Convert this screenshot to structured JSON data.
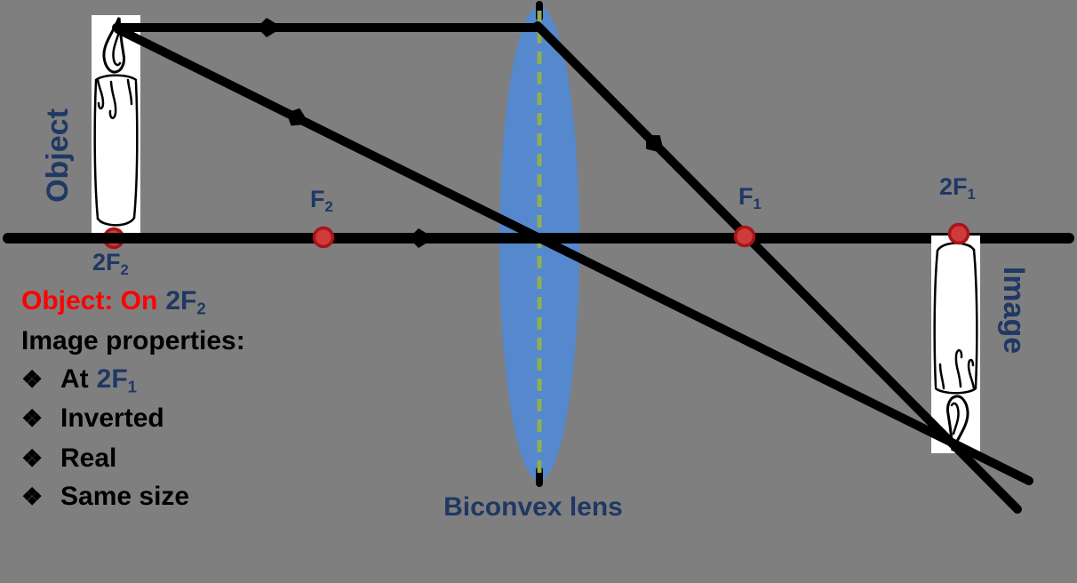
{
  "title": "Converging (biconvex) lens ray diagram — object on 2F2",
  "colors": {
    "background": "#7F7F7F",
    "navy_label": "#1F3864",
    "red_text": "#FF0000",
    "ray_black": "#000000",
    "lens_blue": "#5588CC",
    "lens_axis_dash_green": "#8FAF52",
    "focal_dot_fill": "#CF3B3B",
    "focal_dot_ring": "#A81418"
  },
  "labels": {
    "object": "Object",
    "image": "Image",
    "lens": "Biconvex lens",
    "f2": {
      "base": "F",
      "sub": "2"
    },
    "f1": {
      "base": "F",
      "sub": "1"
    },
    "two_f2": {
      "base": "2F",
      "sub": "2"
    },
    "two_f1": {
      "base": "2F",
      "sub": "1"
    }
  },
  "info": {
    "line1": {
      "red": "Object: On",
      "blue_base": "2F",
      "blue_sub": "2"
    },
    "line2": "Image properties:",
    "bullets": [
      {
        "bullet": "❖",
        "pre": "At",
        "blue_base": "2F",
        "blue_sub": "1"
      },
      {
        "bullet": "❖",
        "text": "Inverted"
      },
      {
        "bullet": "❖",
        "text": "Real"
      },
      {
        "bullet": "❖",
        "text": "Same size"
      }
    ]
  }
}
